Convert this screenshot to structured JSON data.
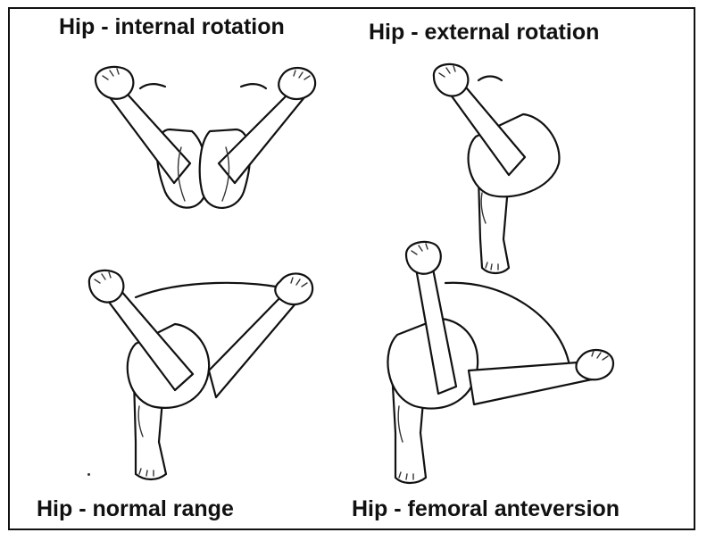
{
  "panels": {
    "internal": {
      "label": "Hip - internal rotation"
    },
    "external": {
      "label": "Hip - external rotation"
    },
    "normal": {
      "label": "Hip - normal range"
    },
    "anteversion": {
      "label": "Hip - femoral anteversion"
    }
  },
  "colors": {
    "ink": "#111111",
    "background": "#ffffff"
  }
}
